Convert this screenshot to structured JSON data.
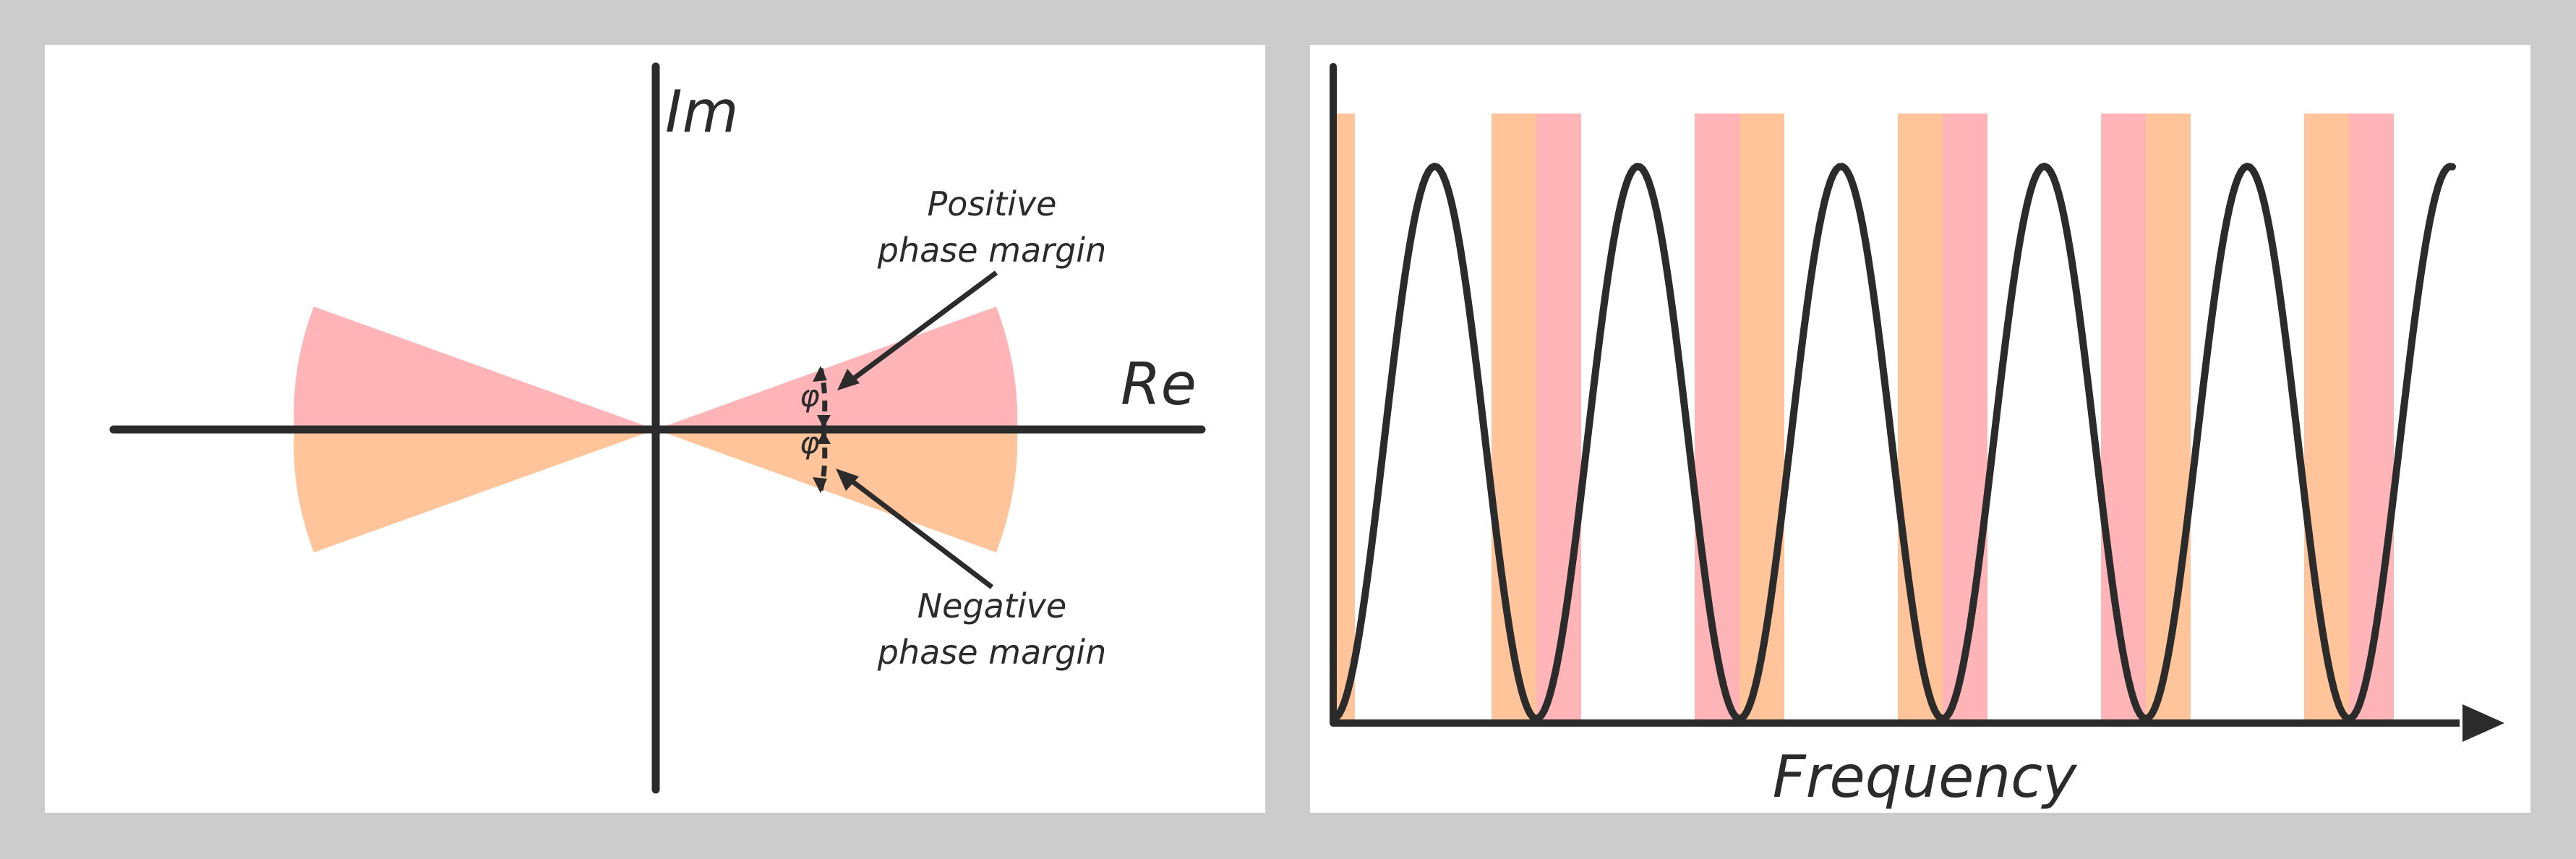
{
  "colors": {
    "background": "#cccccc",
    "panel": "#ffffff",
    "positive_region": "#ffb5b8",
    "negative_region": "#ffc49a",
    "line": "#2b2b2b"
  },
  "left_panel": {
    "axis_im_label": "Im",
    "axis_re_label": "Re",
    "positive_note": [
      "Positive",
      "phase margin"
    ],
    "negative_note": [
      "Negative",
      "phase margin"
    ],
    "phi_top": "φ",
    "phi_bottom": "φ"
  },
  "right_panel": {
    "x_axis_label": "Frequency",
    "band_count": 6,
    "band_order": [
      "pink-orange",
      "orange-pink",
      "pink-orange",
      "orange-pink",
      "pink-orange",
      "orange-pink"
    ]
  }
}
